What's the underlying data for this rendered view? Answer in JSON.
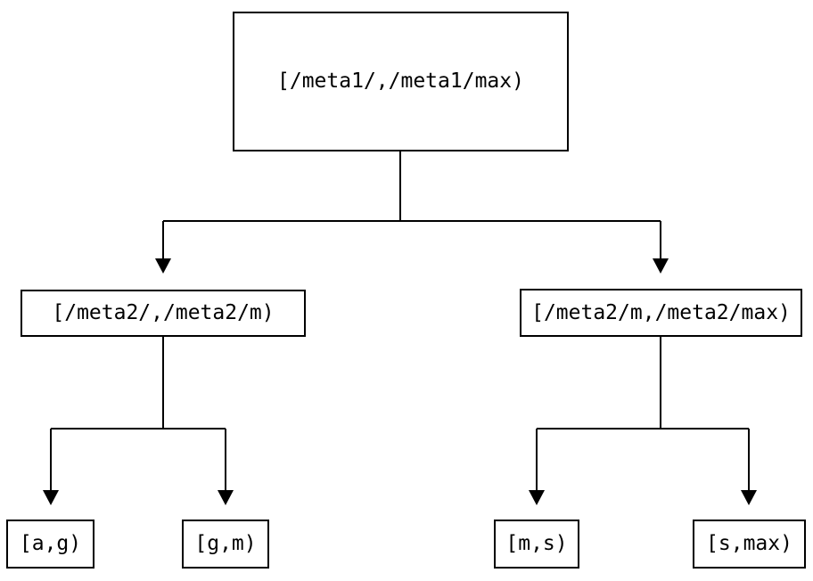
{
  "tree": {
    "root": {
      "label": "[/meta1/,/meta1/max)"
    },
    "children": [
      {
        "label": "[/meta2/,/meta2/m)",
        "children": [
          {
            "label": "[a,g)"
          },
          {
            "label": "[g,m)"
          }
        ]
      },
      {
        "label": "[/meta2/m,/meta2/max)",
        "children": [
          {
            "label": "[m,s)"
          },
          {
            "label": "[s,max)"
          }
        ]
      }
    ]
  },
  "colors": {
    "line": "#000000",
    "background": "#ffffff",
    "node_fill": "#ffffff",
    "text": "#000000"
  }
}
